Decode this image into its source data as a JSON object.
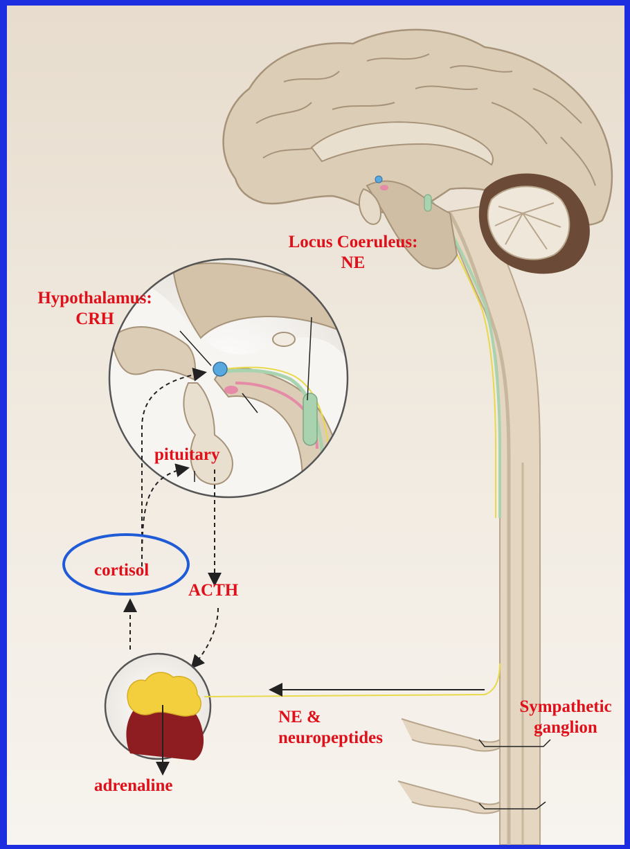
{
  "labels": {
    "locus_line1": "Locus Coeruleus:",
    "locus_line2": "NE",
    "hypo_line1": "Hypothalamus:",
    "hypo_line2": "CRH",
    "pituitary": "pituitary",
    "cortisol": "cortisol",
    "acth": "ACTH",
    "ne_line1": "NE &",
    "ne_line2": "neuropeptides",
    "symp_line1": "Sympathetic",
    "symp_line2": "ganglion",
    "adrenaline": "adrenaline"
  },
  "colors": {
    "frame": "#1d2ee0",
    "label_red": "#e0101a",
    "cortisol_ring": "#1f5bd6",
    "brain_fill": "#dccdb6",
    "brain_stroke": "#b9a88f",
    "cerebellum_dark": "#6b4a37",
    "adrenal_red": "#8e1d22",
    "adrenal_yellow": "#f3cf3e"
  }
}
